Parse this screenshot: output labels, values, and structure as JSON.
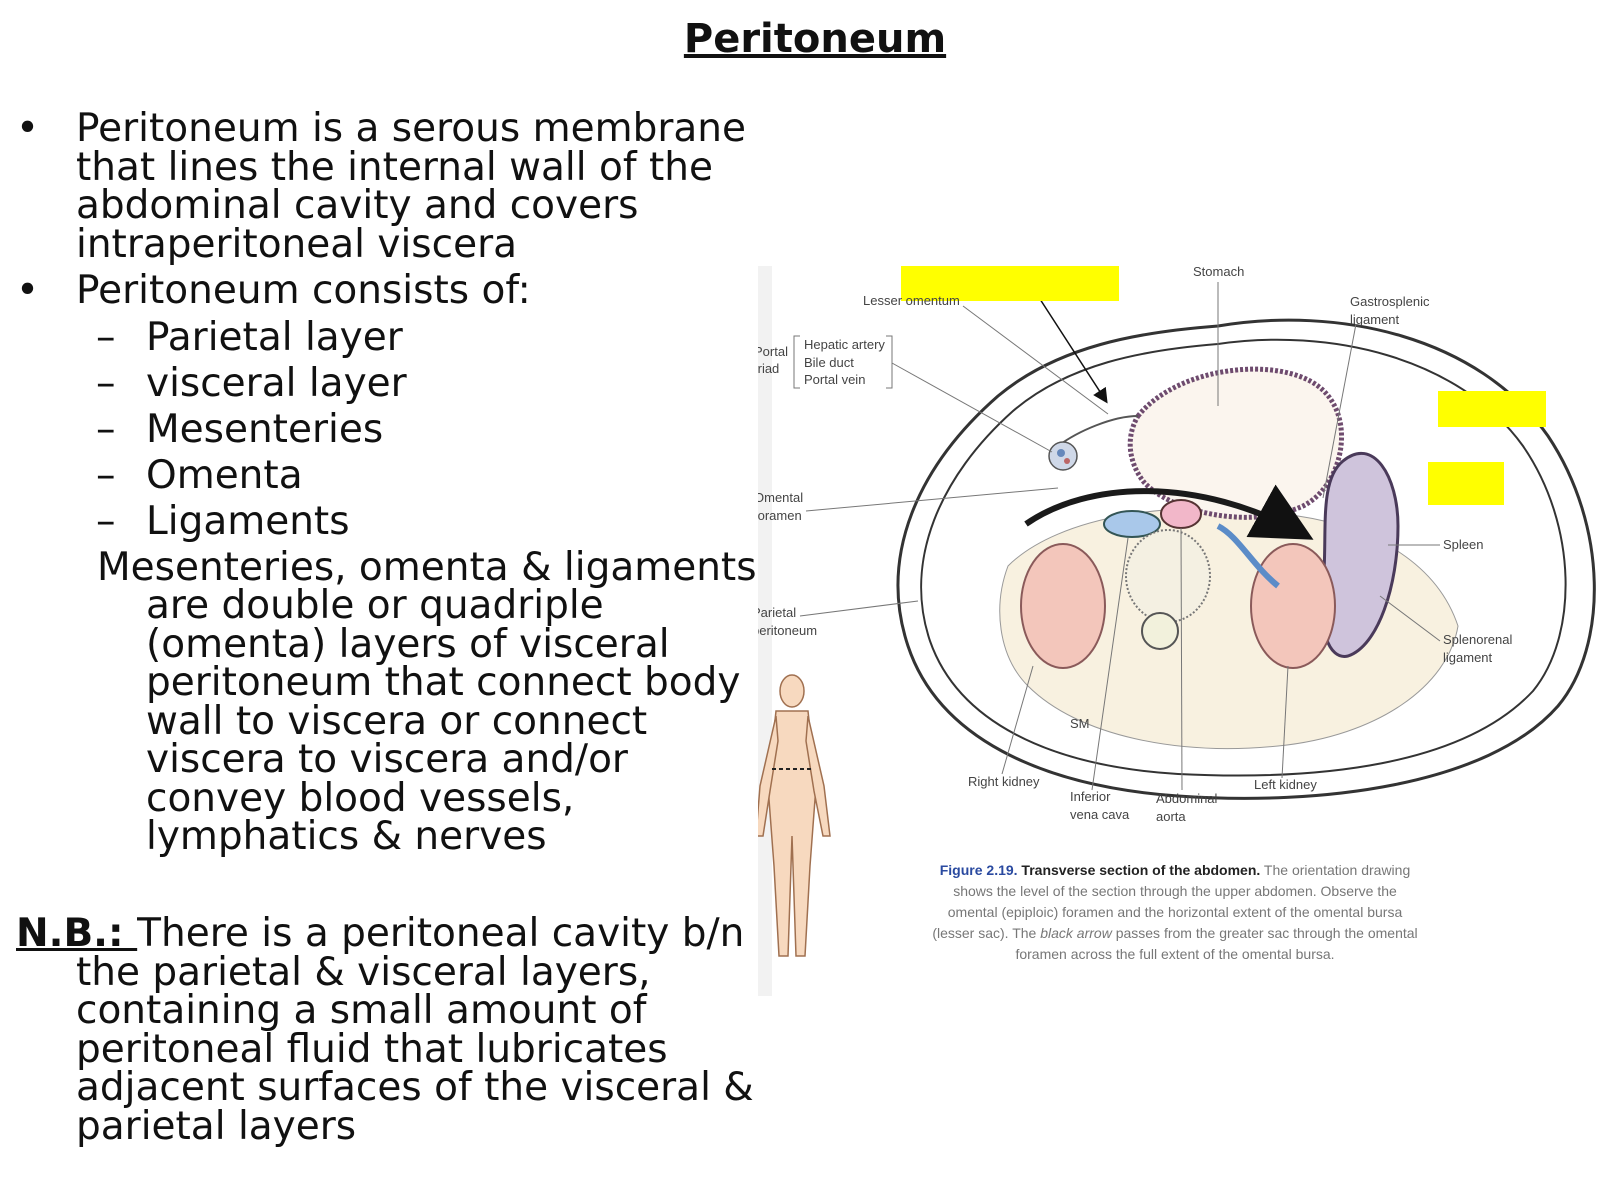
{
  "title": "Peritoneum",
  "bullets": [
    {
      "symbol": "•",
      "text": "Peritoneum is a serous membrane that lines the internal wall of the abdominal cavity and covers intraperitoneal viscera"
    },
    {
      "symbol": "•",
      "text": "Peritoneum consists of:"
    }
  ],
  "sub_bullets": [
    {
      "symbol": "–",
      "text": "Parietal layer"
    },
    {
      "symbol": "–",
      "text": "visceral layer"
    },
    {
      "symbol": "–",
      "text": "Mesenteries"
    },
    {
      "symbol": "–",
      "text": "Omenta"
    },
    {
      "symbol": "–",
      "text": "Ligaments"
    }
  ],
  "sub_paragraph": "Mesenteries, omenta & ligaments are double or quadriple (omenta) layers of visceral peritoneum that connect body wall to viscera or connect viscera to  viscera and/or convey blood vessels, lymphatics & nerves",
  "note": {
    "label": "N.B.: ",
    "text": "There is a peritoneal cavity b/n the parietal & visceral layers, containing a small amount of peritoneal fluid that lubricates adjacent surfaces of the visceral & parietal layers"
  },
  "figure": {
    "labels": {
      "stomach": "Stomach",
      "lesser_omentum": "Lesser omentum",
      "gastrosplenic_1": "Gastrosplenic",
      "gastrosplenic_2": "ligament",
      "portal_1": "Portal",
      "portal_2": "triad",
      "hepatic_artery": "Hepatic artery",
      "bile_duct": "Bile duct",
      "portal_vein": "Portal vein",
      "omental_1": "Omental",
      "omental_2": "foramen",
      "parietal_1": "Parietal",
      "parietal_2": "peritoneum",
      "spleen": "Spleen",
      "splenorenal_1": "Splenorenal",
      "splenorenal_2": "ligament",
      "right_kidney": "Right kidney",
      "ivc_1": "Inferior",
      "ivc_2": "vena cava",
      "aorta_1": "Abdominal",
      "aorta_2": "aorta",
      "left_kidney": "Left kidney",
      "sm": "SM"
    },
    "caption": {
      "number": "Figure 2.19.",
      "title": " Transverse section of the abdomen.",
      "body_1": " The orientation drawing shows the level of the section through the upper abdomen. Observe the omental (epiploic) foramen and the horizontal extent of the omental bursa (lesser sac). The ",
      "emph": "black arrow",
      "body_2": " passes from the greater sac through the omental foramen across the full extent of the omental bursa."
    },
    "highlight_color": "#ffff00"
  }
}
